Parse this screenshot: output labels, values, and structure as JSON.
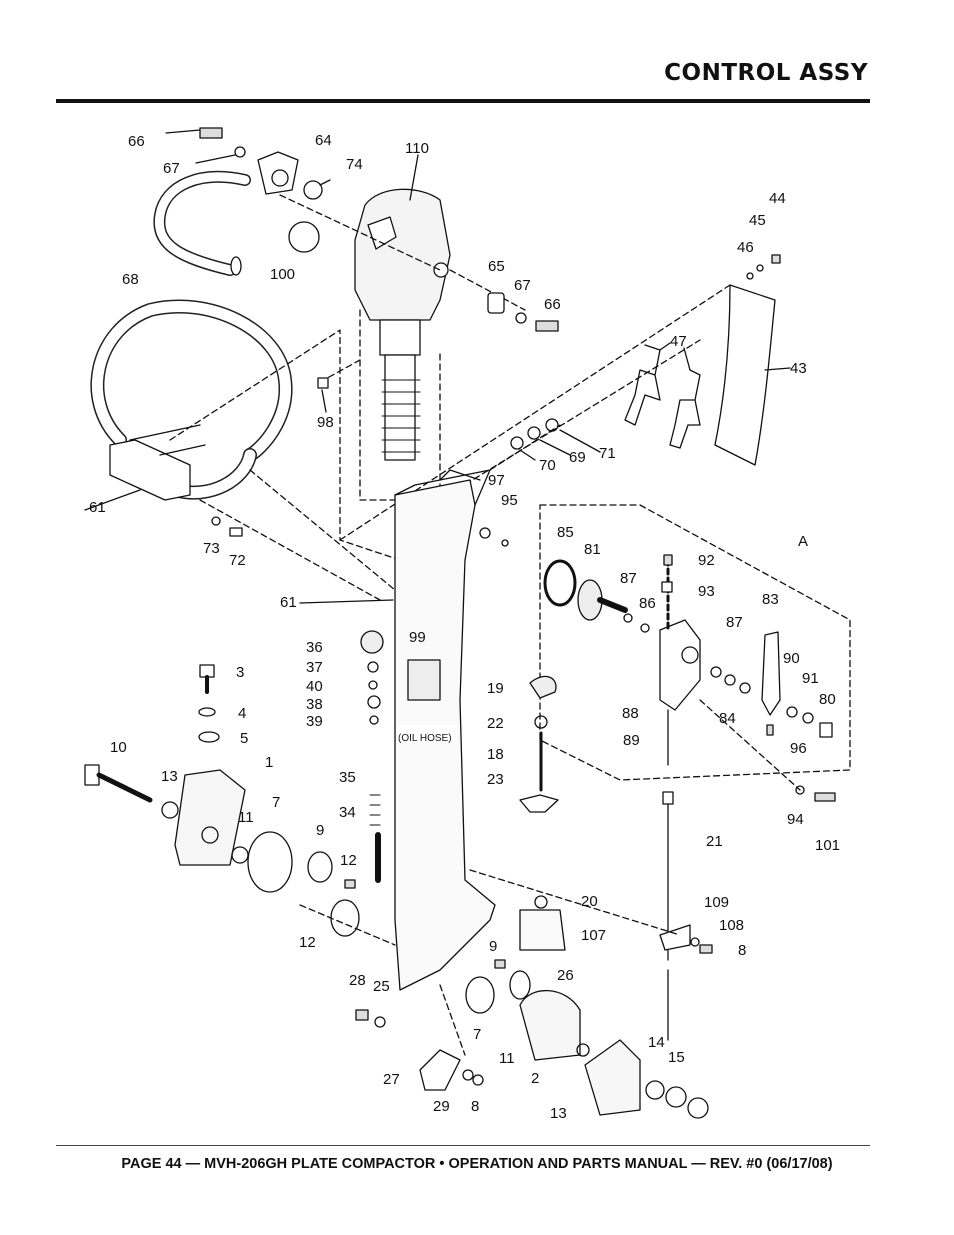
{
  "header": {
    "title": "CONTROL ASSY"
  },
  "footer": {
    "text": "PAGE 44 — MVH-206GH PLATE COMPACTOR • OPERATION AND PARTS MANUAL — REV. #0 (06/17/08)"
  },
  "diagram": {
    "group_label": "A",
    "note": "(OIL HOSE)",
    "callouts": [
      "66",
      "67",
      "64",
      "74",
      "110",
      "100",
      "68",
      "65",
      "67",
      "66",
      "44",
      "45",
      "46",
      "47",
      "43",
      "98",
      "70",
      "69",
      "71",
      "61",
      "73",
      "72",
      "97",
      "95",
      "85",
      "81",
      "92",
      "A",
      "87",
      "93",
      "86",
      "83",
      "61",
      "36",
      "99",
      "37",
      "40",
      "38",
      "39",
      "19",
      "22",
      "18",
      "23",
      "3",
      "4",
      "5",
      "10",
      "1",
      "13",
      "11",
      "7",
      "9",
      "12",
      "35",
      "34",
      "87",
      "90",
      "91",
      "80",
      "88",
      "84",
      "89",
      "96",
      "94",
      "101",
      "21",
      "20",
      "107",
      "109",
      "108",
      "8",
      "12",
      "9",
      "26",
      "28",
      "25",
      "27",
      "29",
      "8",
      "7",
      "11",
      "2",
      "13",
      "14",
      "15"
    ]
  }
}
